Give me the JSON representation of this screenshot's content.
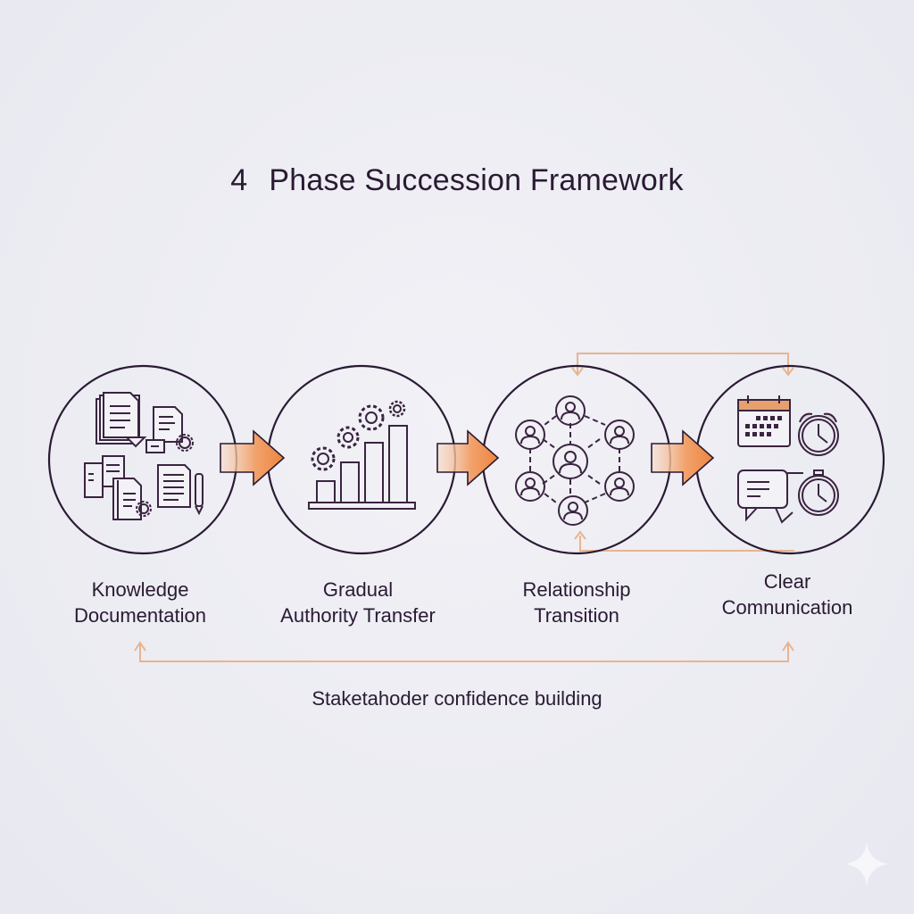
{
  "title": {
    "number": "4",
    "text": "Phase Succession Framework"
  },
  "phases": [
    {
      "id": 1,
      "line1": "Knowledge",
      "line2": "Documentation",
      "icon": "documents-gears-icon"
    },
    {
      "id": 2,
      "line1": "Gradual",
      "line2": "Authority Transfer",
      "icon": "bar-chart-gears-icon"
    },
    {
      "id": 3,
      "line1": "Relationship",
      "line2": "Transition",
      "icon": "people-network-icon"
    },
    {
      "id": 4,
      "line1": "Clear",
      "line2": "Comnunication",
      "icon": "calendar-clock-chat-icon"
    }
  ],
  "bottom_label": "Staketahoder confidence building",
  "colors": {
    "background": "#ececf2",
    "ink": "#2a1a33",
    "accent_orange": "#ee8a45",
    "connector_orange": "#e9b48f"
  }
}
